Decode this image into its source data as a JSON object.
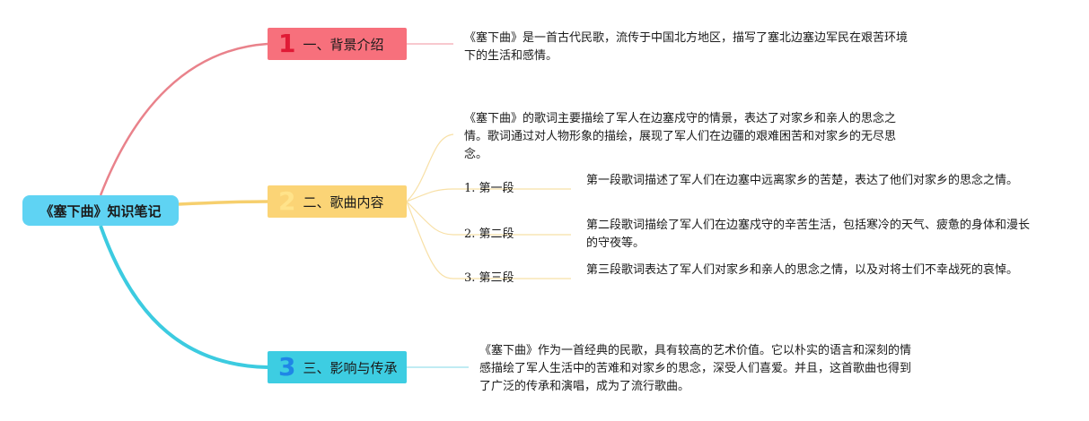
{
  "root": {
    "title": "《塞下曲》知识笔记"
  },
  "branches": [
    {
      "number": "1",
      "label": "一、背景介绍",
      "color": "#f7707c",
      "number_color": "#e01a35",
      "text": "《塞下曲》是一首古代民歌，流传于中国北方地区，描写了塞北边塞边军民在艰苦环境下的生活和感情。"
    },
    {
      "number": "2",
      "label": "二、歌曲内容",
      "color": "#fbd476",
      "number_color": "#ffe38a",
      "text": "《塞下曲》的歌词主要描绘了军人在边塞戍守的情景，表达了对家乡和亲人的思念之情。歌词通过对人物形象的描绘，展现了军人们在边疆的艰难困苦和对家乡的无尽思念。",
      "sections": [
        {
          "label": "1. 第一段",
          "text": "第一段歌词描述了军人们在边塞中远离家乡的苦楚，表达了他们对家乡的思念之情。"
        },
        {
          "label": "2. 第二段",
          "text": "第二段歌词描绘了军人们在边塞戍守的辛苦生活，包括寒冷的天气、疲惫的身体和漫长的守夜等。"
        },
        {
          "label": "3. 第三段",
          "text": "第三段歌词表达了军人们对家乡和亲人的思念之情，以及对将士们不幸战死的哀悼。"
        }
      ]
    },
    {
      "number": "3",
      "label": "三、影响与传承",
      "color": "#3dcde2",
      "number_color": "#1f86e6",
      "text": "《塞下曲》作为一首经典的民歌，具有较高的艺术价值。它以朴实的语言和深刻的情感描绘了军人生活中的苦难和对家乡的思念，深受人们喜爱。并且，这首歌曲也得到了广泛的传承和演唱，成为了流行歌曲。"
    }
  ]
}
